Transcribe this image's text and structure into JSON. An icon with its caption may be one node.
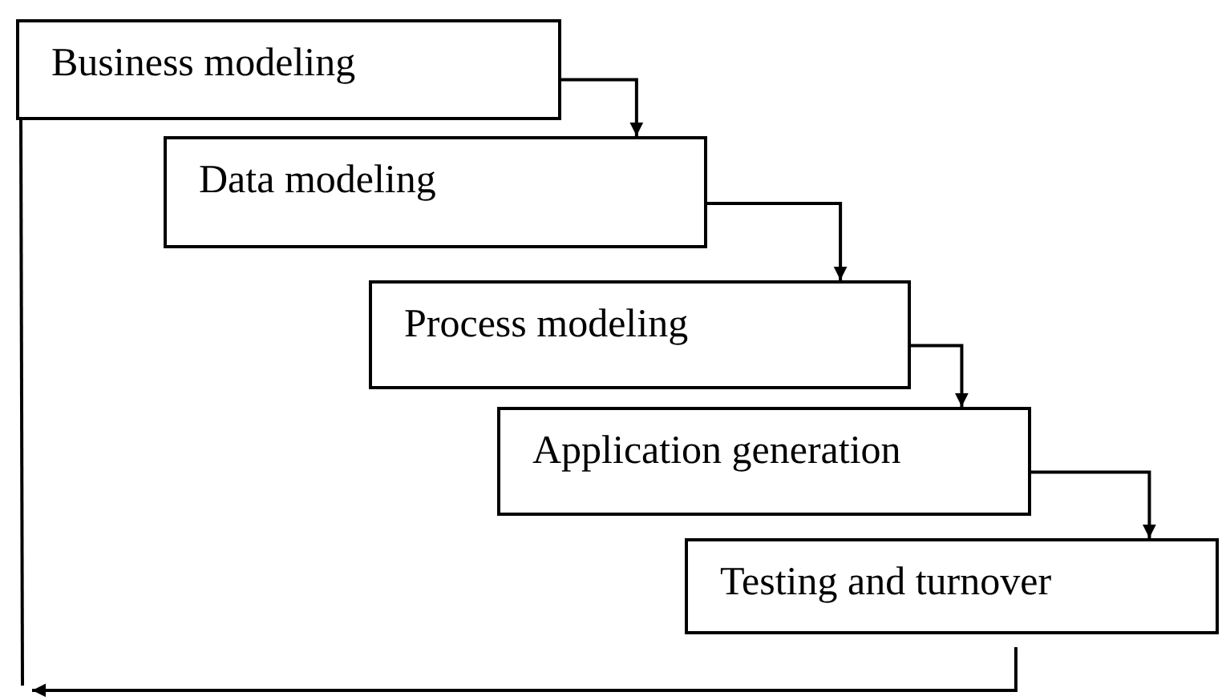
{
  "diagram": {
    "nodes": [
      {
        "text": [
          "Business modeling"
        ]
      },
      {
        "text": [
          "Data modeling"
        ]
      },
      {
        "text": [
          "Process modeling"
        ]
      },
      {
        "text": [
          "Application generation"
        ]
      },
      {
        "text": [
          "Testing and turnover"
        ]
      }
    ],
    "edges": [
      {
        "from": 0,
        "to": 1,
        "arrow": "to"
      },
      {
        "from": 1,
        "to": 2,
        "arrow": "to"
      },
      {
        "from": 2,
        "to": 3,
        "arrow": "to"
      },
      {
        "from": 3,
        "to": 4,
        "arrow": "to"
      },
      {
        "from": 4,
        "to": null,
        "arrow": "to"
      },
      {
        "from": 0,
        "to": null,
        "arrow": "none"
      }
    ]
  }
}
